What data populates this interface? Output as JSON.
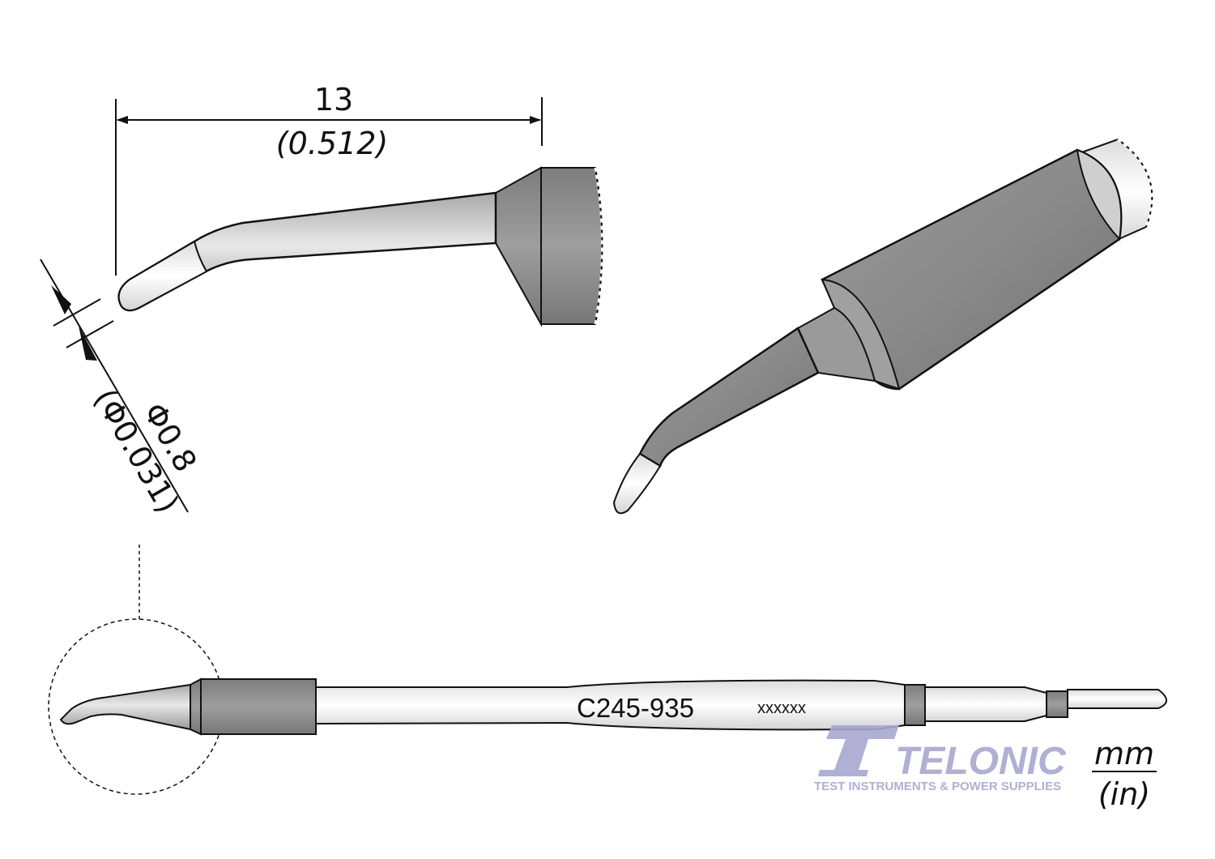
{
  "dimensions": {
    "length_mm": "13",
    "length_in": "(0.512)",
    "diameter_mm": "Φ0.8",
    "diameter_in": "(Φ0.031)"
  },
  "part_number": "C245-935",
  "serial_marking": "xxxxxx",
  "units": {
    "primary": "mm",
    "secondary": "(in)"
  },
  "logo": {
    "name": "TELONIC",
    "tagline": "TEST INSTRUMENTS & POWER SUPPLIES",
    "color": "#a7a8cf"
  },
  "colors": {
    "tip_dark": "#8c8c8c",
    "tip_mid": "#b5b5b5",
    "tip_light": "#f2f2f2",
    "outline": "#111111"
  }
}
